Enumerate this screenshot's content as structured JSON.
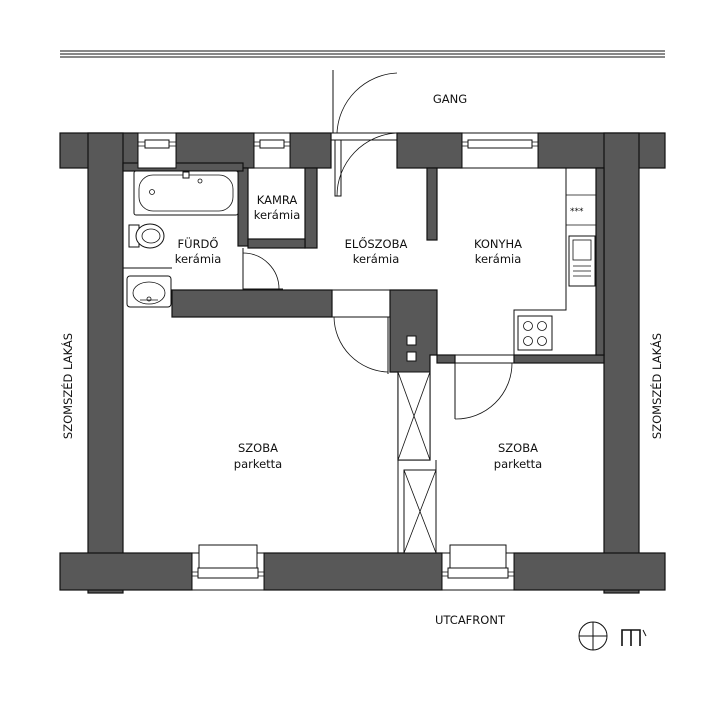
{
  "labels": {
    "corridor": "GANG",
    "street": "UTCAFRONT",
    "neighbor_left": "SZOMSZÉD LAKÁS",
    "neighbor_right": "SZOMSZÉD LAKÁS",
    "pantry": {
      "name": "KAMRA",
      "floor": "kerámia"
    },
    "bathroom": {
      "name": "FÜRDŐ",
      "floor": "kerámia"
    },
    "hall": {
      "name": "ELŐSZOBA",
      "floor": "kerámia"
    },
    "kitchen": {
      "name": "KONYHA",
      "floor": "kerámia"
    },
    "room_left": {
      "name": "SZOBA",
      "floor": "parketta"
    },
    "room_right": {
      "name": "SZOBA",
      "floor": "parketta"
    },
    "north_mark": "m"
  },
  "icons": [
    "north-arrow-icon",
    "bathtub-icon",
    "toilet-icon",
    "washbasin-icon",
    "stove-icon",
    "sink-icon"
  ]
}
